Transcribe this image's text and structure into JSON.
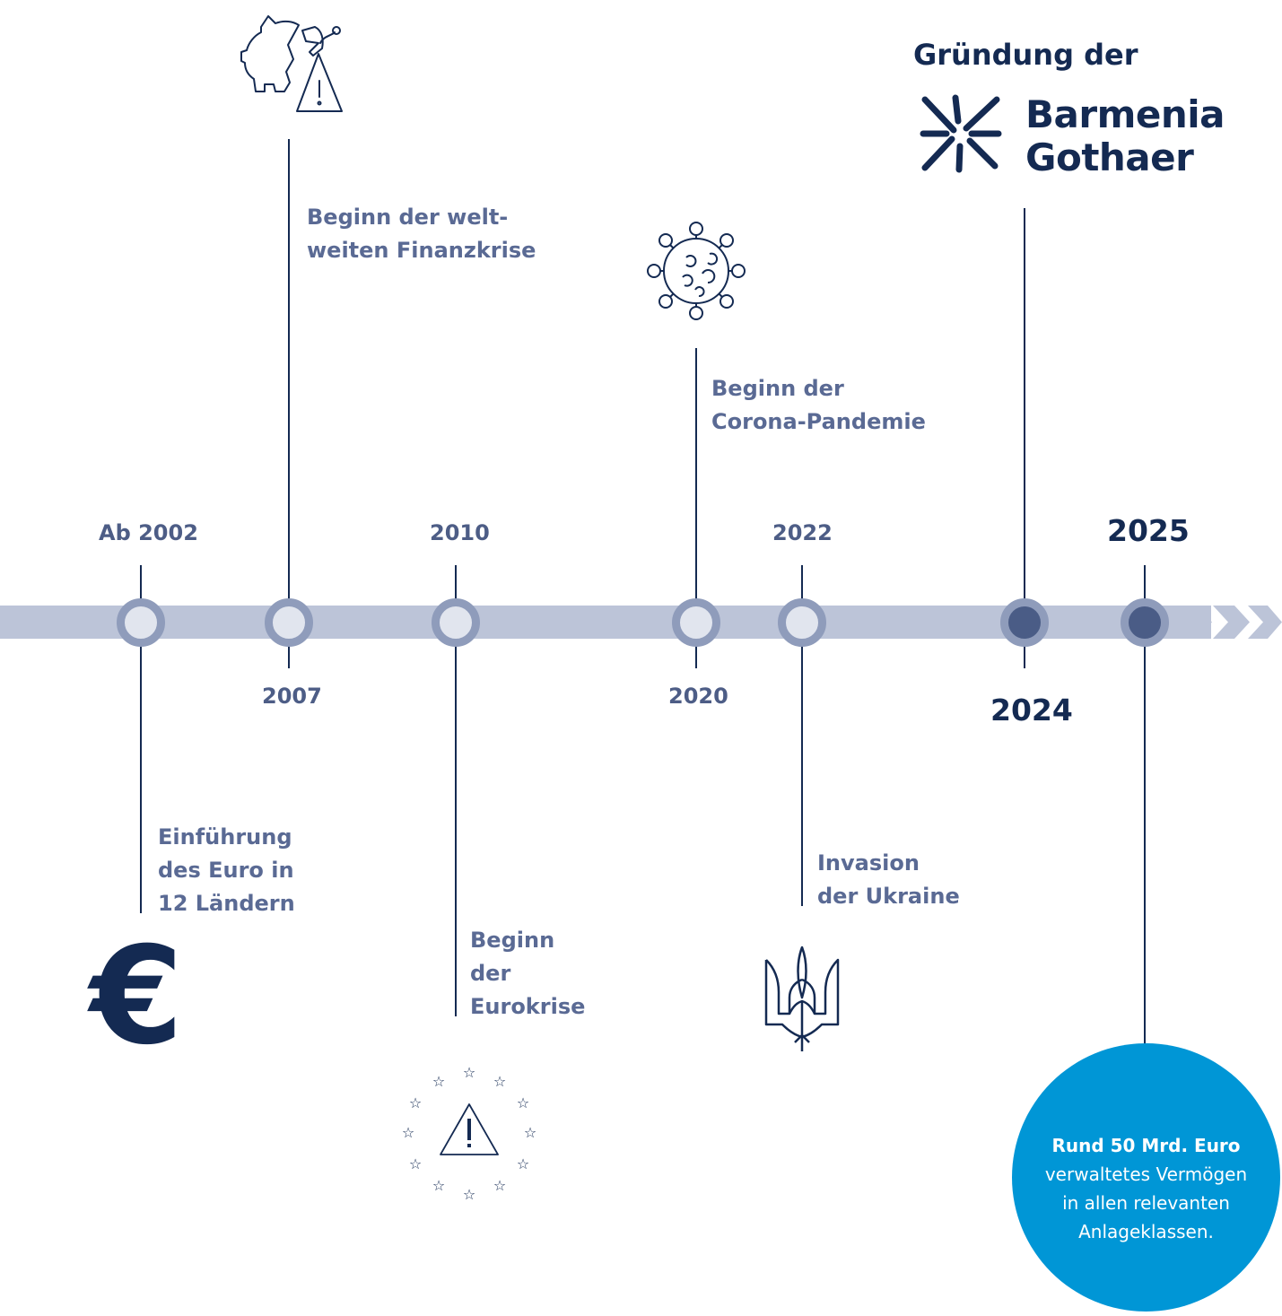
{
  "events": [
    {
      "year": "Ab 2002",
      "label": [
        "Einführung",
        "des Euro in",
        "12 Ländern"
      ]
    },
    {
      "year": "2007",
      "label": [
        "Beginn der welt-",
        "weiten Finanzkrise"
      ]
    },
    {
      "year": "2010",
      "label": [
        "Beginn",
        "der",
        "Eurokrise"
      ]
    },
    {
      "year": "2020",
      "label": [
        "Beginn der",
        "Corona-Pandemie"
      ]
    },
    {
      "year": "2022",
      "label": [
        "Invasion",
        "der Ukraine"
      ]
    },
    {
      "year": "2024",
      "label": [
        "Gründung der"
      ]
    },
    {
      "year": "2025"
    }
  ],
  "logo": {
    "line1": "Barmenia",
    "line2": "Gothaer"
  },
  "callout": {
    "strong_prefix": "Rund ",
    "strong": "50 Mrd. Euro",
    "line2": "verwaltetes Vermögen",
    "line3": "in allen relevanten",
    "line4": "Anlageklassen."
  },
  "icons": {
    "euro_symbol": "€",
    "crisis_2007": "broken-piggy-bank-warning-icon",
    "crisis_2010": "eu-stars-warning-icon",
    "pandemic_2020": "virus-icon",
    "ukraine_2022": "ukraine-trident-icon"
  },
  "colors": {
    "navy": "#142a52",
    "band": "#bcc4d8",
    "node_ring": "#8f9cbb",
    "node_fill": "#e1e5ee",
    "node_dark": "#4a5c86",
    "label": "#5a6a94",
    "callout": "#0096d6"
  }
}
